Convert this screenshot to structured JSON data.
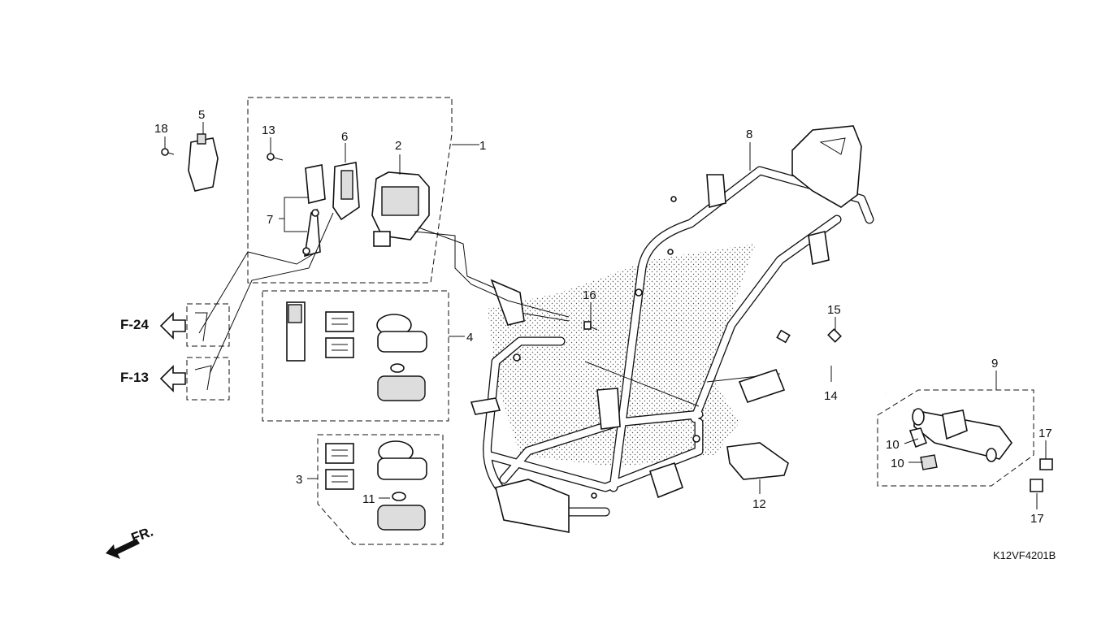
{
  "diagram": {
    "callouts": {
      "c1": "1",
      "c2": "2",
      "c3": "3",
      "c4": "4",
      "c5": "5",
      "c6": "6",
      "c7": "7",
      "c8": "8",
      "c9": "9",
      "c10a": "10",
      "c10b": "10",
      "c11": "11",
      "c12": "12",
      "c13": "13",
      "c14": "14",
      "c15": "15",
      "c16": "16",
      "c17a": "17",
      "c17b": "17",
      "c18": "18"
    },
    "references": {
      "f24": "F-24",
      "f13": "F-13"
    },
    "direction_label": "FR.",
    "figure_code": "K12VF4201B"
  }
}
